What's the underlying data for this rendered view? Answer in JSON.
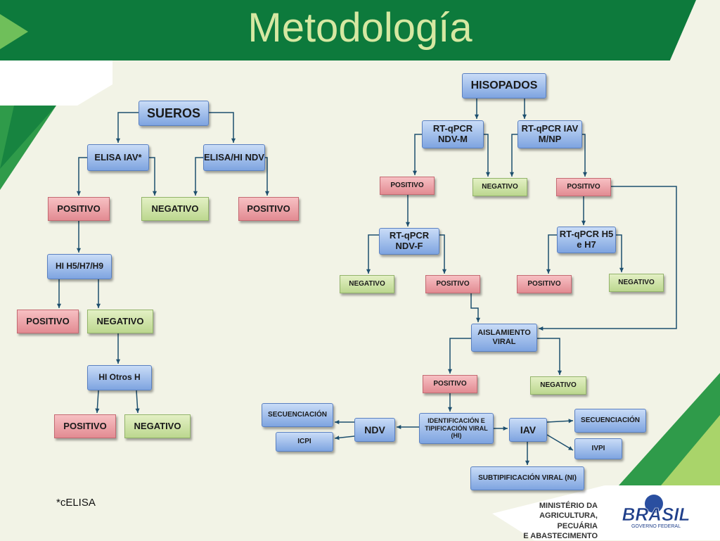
{
  "title": "Metodología",
  "footnote": "*cELISA",
  "logo": {
    "ministry_lines": [
      "MINISTÉRIO DA",
      "AGRICULTURA, PECUÁRIA",
      "E ABASTECIMENTO"
    ],
    "brasil": "BRASIL",
    "gov": "GOVERNO FEDERAL"
  },
  "colors": {
    "blue_box": "#7ea4e0",
    "positive_box": "#e28b92",
    "negative_box": "#bcd78f",
    "banner": "#0d7a3c",
    "arrow": "#1d4f6e"
  },
  "left": {
    "sueros": "SUEROS",
    "elisa_iav": "ELISA IAV*",
    "elisa_hi_ndv": "ELISA/HI NDV",
    "pos1": "POSITIVO",
    "neg1": "NEGATIVO",
    "pos2": "POSITIVO",
    "hi_h5h7h9": "HI H5/H7/H9",
    "pos3": "POSITIVO",
    "neg3": "NEGATIVO",
    "hi_otros": "HI Otros H",
    "pos4": "POSITIVO",
    "neg4": "NEGATIVO"
  },
  "right": {
    "hisopados": "HISOPADOS",
    "rtqpcr_ndvm": "RT-qPCR NDV-M",
    "rtqpcr_iav": "RT-qPCR IAV M/NP",
    "pos_ndvm": "POSITIVO",
    "neg_mid": "NEGATIVO",
    "pos_iav": "POSITIVO",
    "rtqpcr_ndvf": "RT-qPCR NDV-F",
    "rtqpcr_h5h7": "RT-qPCR H5 e H7",
    "neg_ndvf": "NEGATIVO",
    "pos_ndvf": "POSITIVO",
    "pos_h5h7": "POSITIVO",
    "neg_h5h7": "NEGATIVO",
    "aislamiento": "AISLAMIENTO VIRAL",
    "pos_ais": "POSITIVO",
    "neg_ais": "NEGATIVO",
    "identificacion": "IDENTIFICACIÓN E TIPIFICACIÓN VIRAL (HI)",
    "ndv": "NDV",
    "iav": "IAV",
    "secuenciacion_ndv": "SECUENCIACIÓN",
    "icpi": "ICPI",
    "secuenciacion_iav": "SECUENCIACIÓN",
    "ivpi": "IVPI",
    "subtipificacion": "SUBTIPIFICACIÓN VIRAL (NI)"
  }
}
